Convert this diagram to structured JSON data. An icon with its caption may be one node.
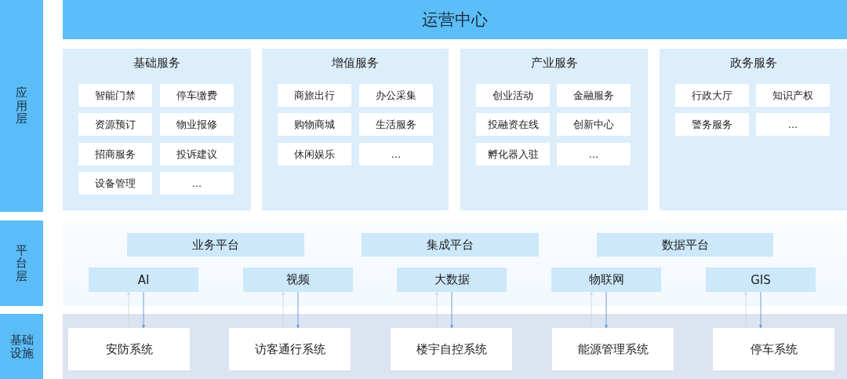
{
  "diagram": {
    "nodes": [
      {
        "text": [
          "应用层"
        ]
      },
      {
        "text": [
          "平台层"
        ]
      },
      {
        "text": [
          "基础设施"
        ]
      },
      {
        "text": [
          "运营中心"
        ]
      },
      {
        "text": [
          "基础服务"
        ]
      },
      {
        "text": [
          "智能门禁"
        ],
        "in": 4
      },
      {
        "text": [
          "停车缴费"
        ],
        "in": 4
      },
      {
        "text": [
          "资源预订"
        ],
        "in": 4
      },
      {
        "text": [
          "物业报修"
        ],
        "in": 4
      },
      {
        "text": [
          "招商服务"
        ],
        "in": 4
      },
      {
        "text": [
          "投诉建议"
        ],
        "in": 4
      },
      {
        "text": [
          "设备管理"
        ],
        "in": 4
      },
      {
        "text": [
          "..."
        ],
        "in": 4
      },
      {
        "text": [
          "增值服务"
        ]
      },
      {
        "text": [
          "商旅出行"
        ],
        "in": 13
      },
      {
        "text": [
          "办公采集"
        ],
        "in": 13
      },
      {
        "text": [
          "购物商城"
        ],
        "in": 13
      },
      {
        "text": [
          "生活服务"
        ],
        "in": 13
      },
      {
        "text": [
          "休闲娱乐"
        ],
        "in": 13
      },
      {
        "text": [
          "..."
        ],
        "in": 13
      },
      {
        "text": [
          "产业服务"
        ]
      },
      {
        "text": [
          "创业活动"
        ],
        "in": 20
      },
      {
        "text": [
          "金融服务"
        ],
        "in": 20
      },
      {
        "text": [
          "投融资在线"
        ],
        "in": 20
      },
      {
        "text": [
          "创新中心"
        ],
        "in": 20
      },
      {
        "text": [
          "孵化器入驻"
        ],
        "in": 20
      },
      {
        "text": [
          "..."
        ],
        "in": 20
      },
      {
        "text": [
          "政务服务"
        ]
      },
      {
        "text": [
          "行政大厅"
        ],
        "in": 27
      },
      {
        "text": [
          "知识产权"
        ],
        "in": 27
      },
      {
        "text": [
          "警务服务"
        ],
        "in": 27
      },
      {
        "text": [
          "..."
        ],
        "in": 27
      },
      {
        "text": [],
        "shape": "box"
      },
      {
        "text": [
          "业务平台"
        ],
        "in": 32
      },
      {
        "text": [
          "集成平台"
        ],
        "in": 32
      },
      {
        "text": [
          "数据平台"
        ],
        "in": 32
      },
      {
        "text": [
          "AI"
        ],
        "in": 32
      },
      {
        "text": [
          "视频"
        ],
        "in": 32
      },
      {
        "text": [
          "大数据"
        ],
        "in": 32
      },
      {
        "text": [
          "物联网"
        ],
        "in": 32
      },
      {
        "text": [
          "GIS"
        ],
        "in": 32
      },
      {
        "text": [],
        "shape": "box"
      },
      {
        "text": [
          "安防系统"
        ],
        "in": 41
      },
      {
        "text": [
          "访客通行系统"
        ],
        "in": 41
      },
      {
        "text": [
          "楼宇自控系统"
        ],
        "in": 41
      },
      {
        "text": [
          "能源管理系统"
        ],
        "in": 41
      },
      {
        "text": [
          "停车系统"
        ],
        "in": 41
      }
    ],
    "edges": [
      {
        "from": 36,
        "to": 42,
        "arrow": "to"
      },
      {
        "from": 42,
        "to": 36,
        "arrow": "to",
        "color": "#cfdbe6"
      },
      {
        "from": 37,
        "to": 43,
        "arrow": "to"
      },
      {
        "from": 43,
        "to": 37,
        "arrow": "to",
        "color": "#cfdbe6"
      },
      {
        "from": 38,
        "to": 44,
        "arrow": "to"
      },
      {
        "from": 44,
        "to": 38,
        "arrow": "to",
        "color": "#cfdbe6"
      },
      {
        "from": 39,
        "to": 45,
        "arrow": "to"
      },
      {
        "from": 45,
        "to": 39,
        "arrow": "to",
        "color": "#cfdbe6"
      },
      {
        "from": 40,
        "to": 46,
        "arrow": "to"
      },
      {
        "from": 46,
        "to": 40,
        "arrow": "to",
        "color": "#cfdbe6"
      }
    ]
  }
}
